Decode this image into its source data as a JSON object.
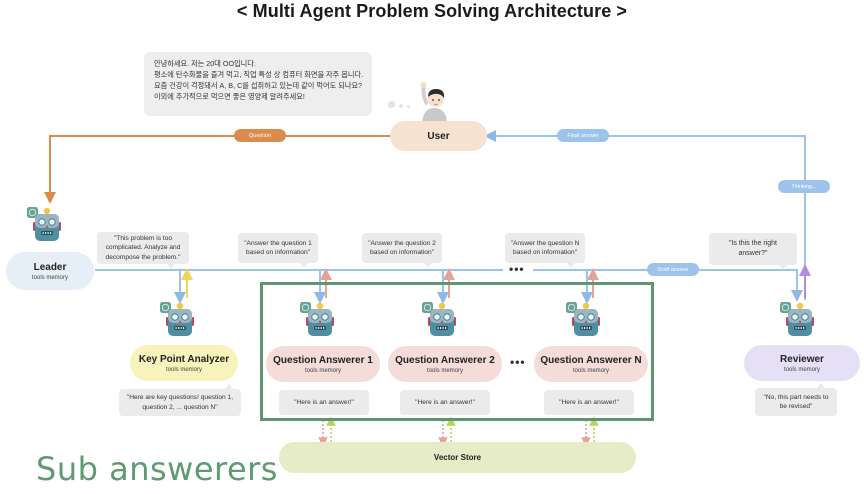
{
  "title": "< Multi Agent  Problem Solving Architecture >",
  "user_message": {
    "lines": [
      "안녕하세요. 저는 20대 OO입니다.",
      "평소에 탄수화물을 즐겨 먹고, 직업 특성 상 컴퓨터 화면을 자주 봅니다.",
      "요즘 건강이 걱정돼서 A, B, C를 섭취하고 있는데 같이 먹어도 되나요?",
      "이외에 추가적으로 먹으면 좋은 영양제 알려주세요!"
    ]
  },
  "nodes": {
    "user": {
      "name": "User"
    },
    "leader": {
      "name": "Leader",
      "sub": "tools memory"
    },
    "key_point_analyzer": {
      "name": "Key Point Analyzer",
      "sub": "tools memory"
    },
    "qa1": {
      "name": "Question Answerer 1",
      "sub": "tools memory"
    },
    "qa2": {
      "name": "Question Answerer 2",
      "sub": "tools memory"
    },
    "qan": {
      "name": "Question Answerer N",
      "sub": "tools memory"
    },
    "reviewer": {
      "name": "Reviewer",
      "sub": "tools memory"
    },
    "vector_store": {
      "name": "Vector Store"
    }
  },
  "edge_labels": {
    "question": "Question",
    "final_answer": "Final answer",
    "thinking": "Thinking...",
    "draft_answer": "Draft answer"
  },
  "callouts": {
    "leader": "\"This problem is too complicated. Analyze and decompose the problem.\"",
    "q1": "\"Answer the question 1 based on information\"",
    "q2": "\"Answer the question 2 based on information\"",
    "qn": "\"Answer the question N based on information\"",
    "reviewer_q": "\"Is this the right answer?\"",
    "key_points": "\"Here are key questions! question 1, question 2, ... question N\"",
    "a1": "\"Here is an answer!\"",
    "a2": "\"Here is an answer!\"",
    "an": "\"Here is an answer!\"",
    "review": "\"No, this part needs to be revised\""
  },
  "ellipsis": "•••",
  "group_label": "Sub answerers",
  "colors": {
    "question_edge": "#d98c4e",
    "answer_edge": "#9cc3ea",
    "leader_bg": "#e6eef8",
    "user_bg": "#f6e3cf",
    "kpa_bg": "#f8f2bb",
    "qa_bg": "#f4dcd8",
    "reviewer_bg": "#e6e0f6",
    "vector_bg": "#e6ecc6",
    "group_border": "#5f9670",
    "yellow_edge": "#f2d45a",
    "red_edge": "#e2a39a",
    "purple_edge": "#b08be0",
    "green_dash": "#b9d25a"
  }
}
